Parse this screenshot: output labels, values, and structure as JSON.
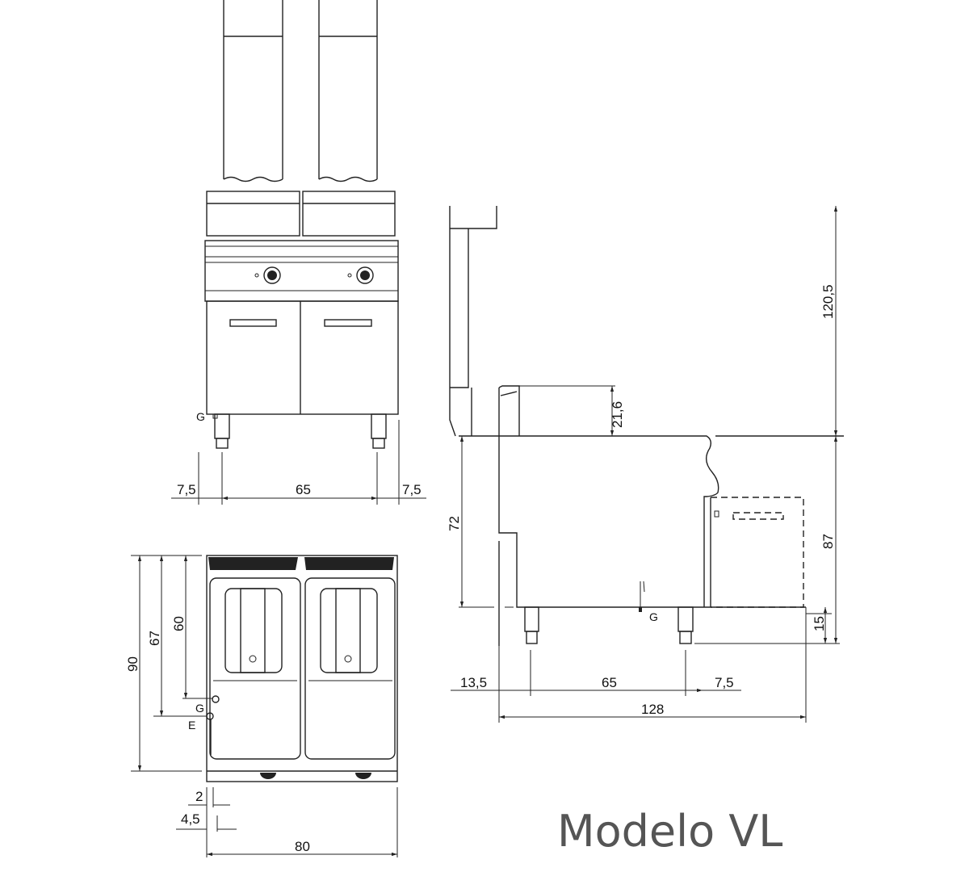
{
  "title": "Modelo VL",
  "front_view": {
    "left_margin": "7,5",
    "leg_spacing": "65",
    "right_margin": "7,5",
    "gas_label": "G"
  },
  "top_view": {
    "depth_total": "90",
    "depth_e": "67",
    "depth_g": "60",
    "gas_label": "G",
    "electric_label": "E",
    "offset_g": "2",
    "offset_e": "4,5",
    "width": "80"
  },
  "side_view": {
    "pan_height": "21,6",
    "total_height": "120,5",
    "body_height": "72",
    "work_height": "87",
    "leg_height": "15",
    "gas_label": "G",
    "front_offset": "13,5",
    "leg_spacing": "65",
    "rear_offset": "7,5",
    "total_depth": "128"
  }
}
